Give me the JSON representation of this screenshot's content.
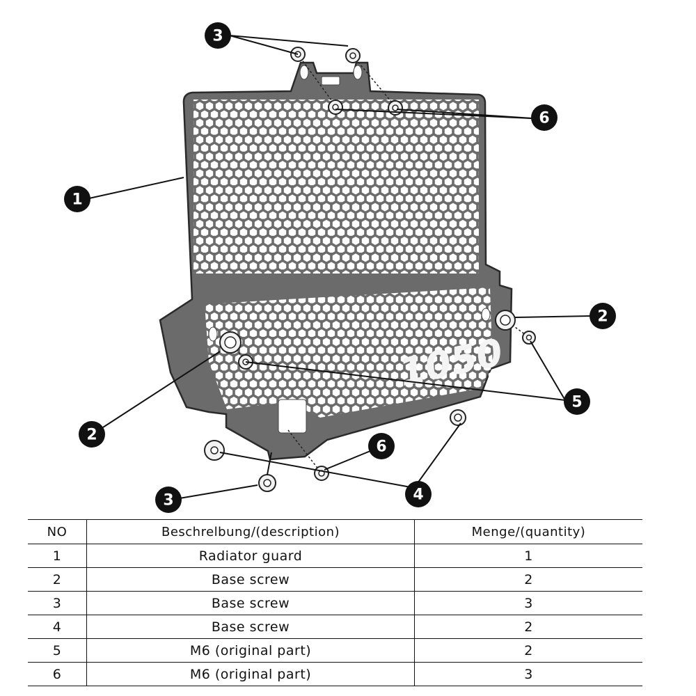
{
  "diagram": {
    "model_label": "1050",
    "callouts": [
      {
        "id": "callout-3-top",
        "label": "3"
      },
      {
        "id": "callout-6-top",
        "label": "6"
      },
      {
        "id": "callout-1",
        "label": "1"
      },
      {
        "id": "callout-2-right",
        "label": "2"
      },
      {
        "id": "callout-5",
        "label": "5"
      },
      {
        "id": "callout-2-left",
        "label": "2"
      },
      {
        "id": "callout-6-bottom",
        "label": "6"
      },
      {
        "id": "callout-4",
        "label": "4"
      },
      {
        "id": "callout-3-bottom",
        "label": "3"
      }
    ]
  },
  "table": {
    "headers": {
      "no": "NO",
      "description": "Beschrelbung/(description)",
      "quantity": "Menge/(quantity)"
    },
    "rows": [
      {
        "no": "1",
        "description": "Radiator guard",
        "quantity": "1"
      },
      {
        "no": "2",
        "description": "Base screw",
        "quantity": "2"
      },
      {
        "no": "3",
        "description": "Base screw",
        "quantity": "3"
      },
      {
        "no": "4",
        "description": "Base screw",
        "quantity": "2"
      },
      {
        "no": "5",
        "description": "M6 (original part)",
        "quantity": "2"
      },
      {
        "no": "6",
        "description": "M6 (original part)",
        "quantity": "3"
      }
    ]
  }
}
